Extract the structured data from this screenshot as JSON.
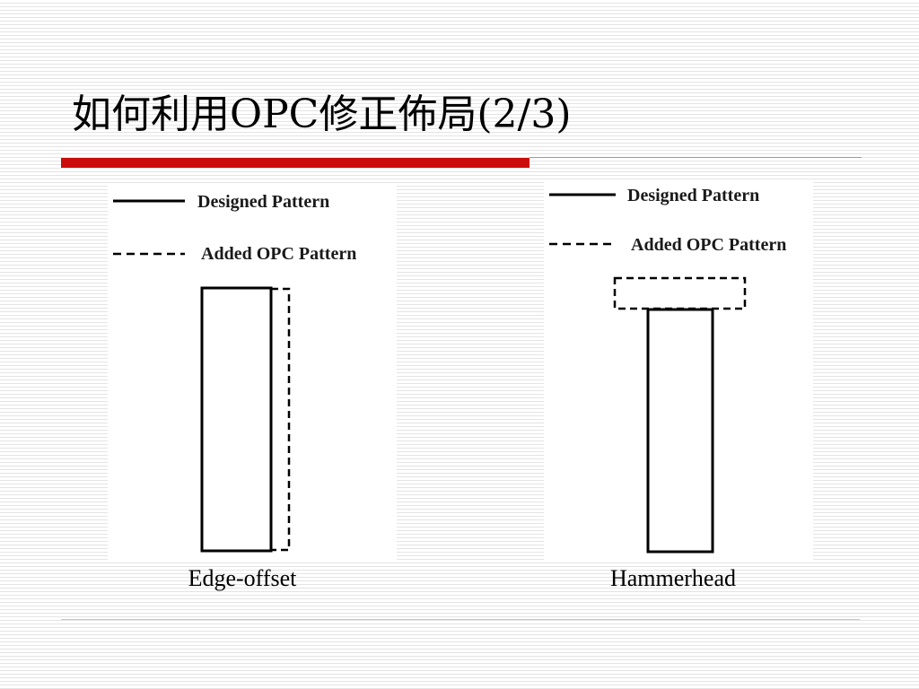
{
  "slide": {
    "title": "如何利用OPC修正佈局(2/3)"
  },
  "legend": {
    "designed_label": "Designed Pattern",
    "added_label": "Added OPC Pattern"
  },
  "figures": [
    {
      "caption": "Edge-offset"
    },
    {
      "caption": "Hammerhead"
    }
  ],
  "colors": {
    "title_rule": "#cc0c0c",
    "stripe": "#e4e4e4"
  }
}
